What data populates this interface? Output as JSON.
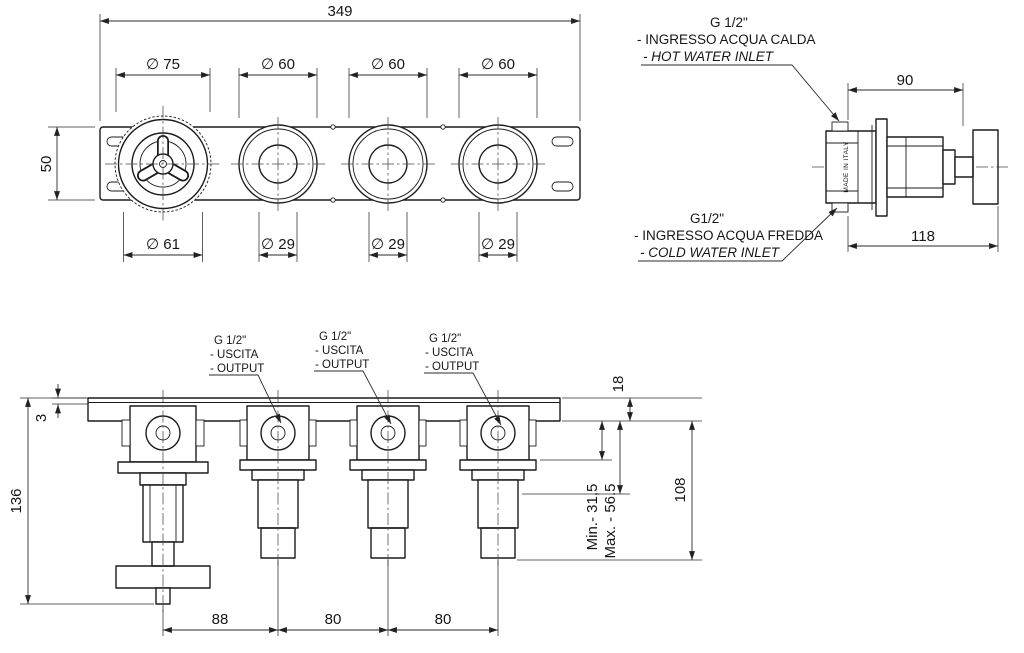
{
  "colors": {
    "hot": "#ff0000",
    "cold": "#0832d0",
    "line": "#1c1c1c"
  },
  "front_view": {
    "width": "349",
    "height": "50",
    "knob_dias_top": [
      "∅ 75",
      "∅ 60",
      "∅ 60",
      "∅ 60"
    ],
    "knob_dias_bottom": [
      "∅ 61",
      "∅ 29",
      "∅ 29",
      "∅ 29"
    ]
  },
  "side_view": {
    "depth_body": "90",
    "depth_total": "118",
    "made_in": "MADE IN ITALY",
    "hot_inlet": {
      "thread": "G 1/2\"",
      "label_it": "- INGRESSO ACQUA CALDA",
      "label_en": "- HOT WATER INLET"
    },
    "cold_inlet": {
      "thread": "G1/2\"",
      "label_it": "- INGRESSO ACQUA FREDDA",
      "label_en": "- COLD WATER INLET"
    }
  },
  "plan_view": {
    "outputs": [
      {
        "thread": "G 1/2\"",
        "label_it": "- USCITA",
        "label_en": "- OUTPUT"
      },
      {
        "thread": "G 1/2\"",
        "label_it": "- USCITA",
        "label_en": "- OUTPUT"
      },
      {
        "thread": "G 1/2\"",
        "label_it": "- USCITA",
        "label_en": "- OUTPUT"
      }
    ],
    "plate_thickness": "3",
    "overall_height": "136",
    "plate_to_body": "18",
    "body_depth": "108",
    "min_depth": "Min.- 31,5",
    "max_depth": "Max. - 56.5",
    "spacings": [
      "88",
      "80",
      "80"
    ]
  }
}
